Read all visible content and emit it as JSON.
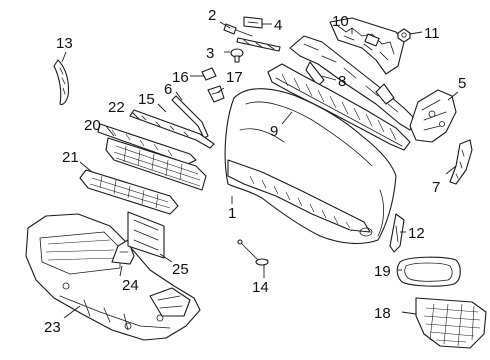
{
  "diagram": {
    "callouts": [
      "1",
      "2",
      "3",
      "4",
      "5",
      "6",
      "7",
      "8",
      "9",
      "10",
      "11",
      "12",
      "13",
      "14",
      "15",
      "16",
      "17",
      "18",
      "19",
      "20",
      "21",
      "22",
      "23",
      "24",
      "25"
    ]
  },
  "colors": {
    "line": "#1a1a1a",
    "background": "#ffffff"
  }
}
